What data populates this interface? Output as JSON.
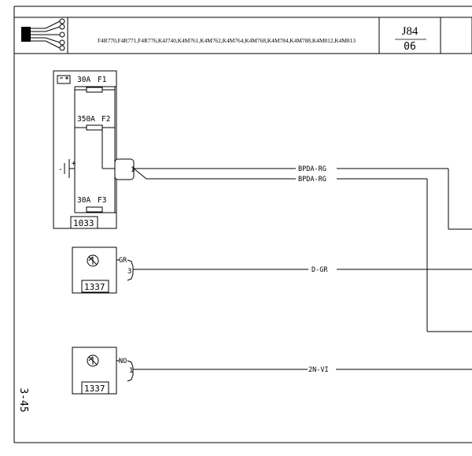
{
  "header": {
    "model_codes": "F4R770,F4R771,F4R776,K4J740,K4M761,K4M762,K4M764,K4M768,K4M784,K4M788,K4M812,K4M813",
    "sheet_code": "J84",
    "sheet_number": "06"
  },
  "page_ref": "3-45",
  "fuse_box": {
    "id": "1033",
    "fuses": [
      {
        "rating": "30A",
        "name": "F1"
      },
      {
        "rating": "350A",
        "name": "F2"
      },
      {
        "rating": "30A",
        "name": "F3"
      }
    ],
    "battery_minus": "-",
    "battery_plus": "+",
    "pin": "1"
  },
  "components": [
    {
      "id": "1337",
      "wire_color": "GR",
      "pin": "3"
    },
    {
      "id": "1337",
      "wire_color": "NO",
      "pin": "1"
    }
  ],
  "wires": [
    {
      "label": "BPDA-RG"
    },
    {
      "label": "BPDA-RG"
    },
    {
      "label": "D-GR"
    },
    {
      "label": "2N-VI"
    }
  ]
}
